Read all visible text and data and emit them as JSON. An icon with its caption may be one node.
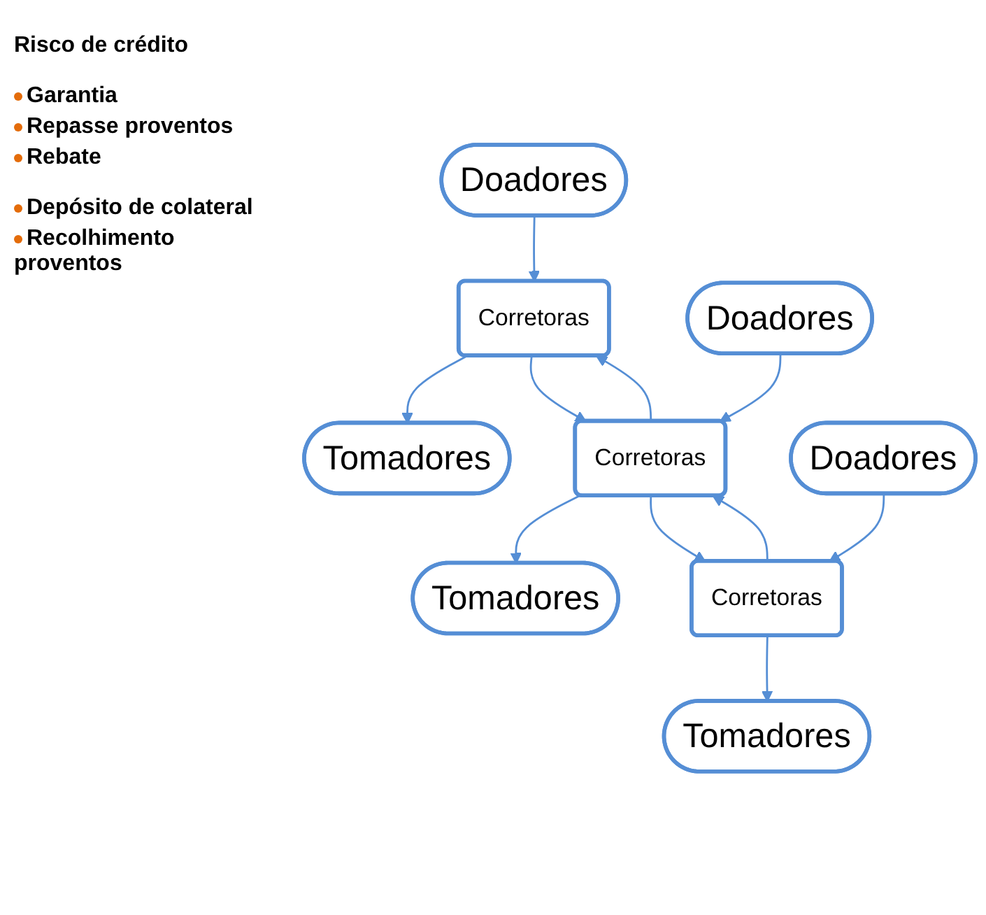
{
  "diagram": {
    "nodes": [
      {
        "text": [
          "Doadores"
        ]
      },
      {
        "text": [
          "Tomadores"
        ]
      },
      {
        "text": [
          "Corretoras"
        ]
      },
      {
        "text": [
          "Doadores"
        ]
      },
      {
        "text": [
          "Tomadores"
        ]
      },
      {
        "text": [
          "Corretoras"
        ]
      },
      {
        "text": [
          "Doadores"
        ]
      },
      {
        "text": [
          "Tomadores"
        ]
      },
      {
        "text": [
          "Corretoras"
        ]
      }
    ],
    "edges": [
      {
        "from": 0,
        "to": 2,
        "arrow": "to"
      },
      {
        "from": 2,
        "to": 1,
        "arrow": "to"
      },
      {
        "from": 2,
        "to": 5,
        "arrow": "to"
      },
      {
        "from": 5,
        "to": 2,
        "arrow": "to"
      },
      {
        "from": 3,
        "to": 5,
        "arrow": "to"
      },
      {
        "from": 5,
        "to": 4,
        "arrow": "to"
      },
      {
        "from": 5,
        "to": 8,
        "arrow": "to"
      },
      {
        "from": 8,
        "to": 5,
        "arrow": "to"
      },
      {
        "from": 6,
        "to": 8,
        "arrow": "to"
      },
      {
        "from": 8,
        "to": 7,
        "arrow": "to"
      }
    ],
    "labels": [
      "Risco de crédito",
      "Garantia",
      "Repasse proventos",
      "Rebate",
      "Depósito de colateral",
      "Recolhimento proventos"
    ]
  }
}
